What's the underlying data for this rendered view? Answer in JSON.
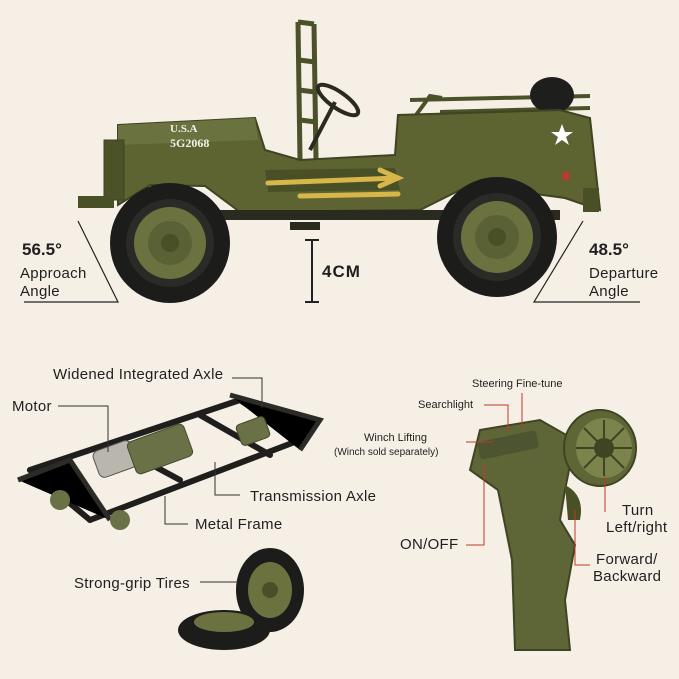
{
  "jeep": {
    "marking_line1": "U.S.A",
    "marking_line2": "5G2068"
  },
  "approach": {
    "value": "56.5°",
    "label_line1": "Approach",
    "label_line2": "Angle"
  },
  "departure": {
    "value": "48.5°",
    "label_line1": "Departure",
    "label_line2": "Angle"
  },
  "ground_clearance": "4CM",
  "chassis": {
    "widened_axle": "Widened Integrated Axle",
    "motor": "Motor",
    "transmission_axle": "Transmission Axle",
    "metal_frame": "Metal Frame",
    "tires": "Strong-grip Tires"
  },
  "remote": {
    "steering_finetune": "Steering Fine-tune",
    "searchlight": "Searchlight",
    "winch_lifting": "Winch Lifting",
    "winch_note": "(Winch sold separately)",
    "on_off": "ON/OFF",
    "turn_line1": "Turn",
    "turn_line2": "Left/right",
    "forward_line1": "Forward/",
    "forward_line2": "Backward"
  },
  "colors": {
    "background": "#f6efe6",
    "olive": "#5d6432",
    "olive_dark": "#3f4422",
    "tire": "#1c1c1a",
    "accent_line": "#c0392b",
    "yellow_tool": "#d9b64a"
  }
}
